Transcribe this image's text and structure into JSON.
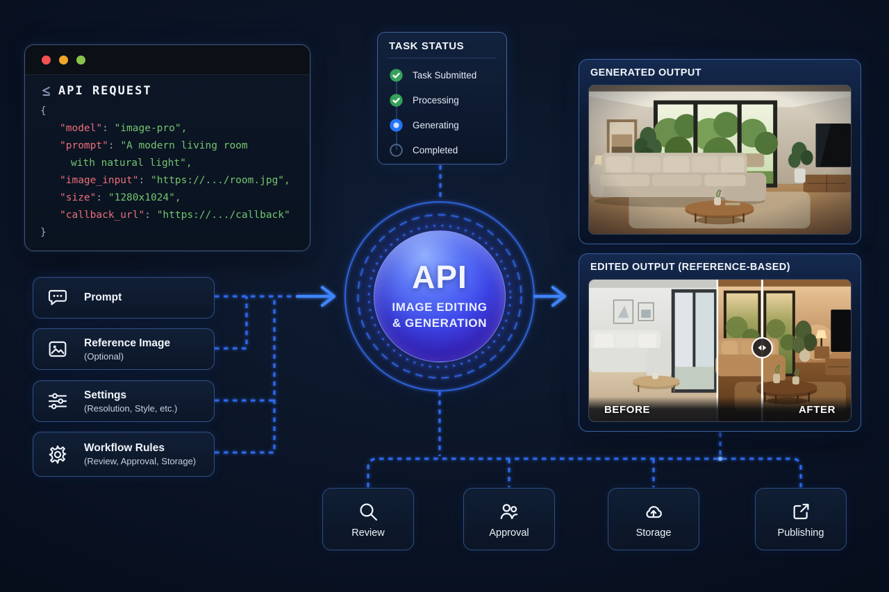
{
  "colors": {
    "accent_blue": "#3f87ff",
    "line_blue": "#2e6af2",
    "status_green": "#35a15a",
    "status_active_blue": "#2374f5",
    "code_key": "#ee6d7a",
    "code_value": "#74c56f"
  },
  "code_window": {
    "title": "API REQUEST",
    "open_brace": "{",
    "close_brace": "}",
    "lines": [
      {
        "key": "\"model\"",
        "sep": ": ",
        "value": "\"image-pro\","
      },
      {
        "key": "\"prompt\"",
        "sep": ": ",
        "value": "\"A modern living room"
      },
      {
        "key": "",
        "sep": "",
        "value": "with natural light\","
      },
      {
        "key": "\"image_input\"",
        "sep": ": ",
        "value": "\"https://.../room.jpg\","
      },
      {
        "key": "\"size\"",
        "sep": ": ",
        "value": "\"1280x1024\","
      },
      {
        "key": "\"callback_url\"",
        "sep": ": ",
        "value": "\"https://.../callback\""
      }
    ]
  },
  "task_status": {
    "title": "TASK STATUS",
    "steps": [
      {
        "label": "Task Submitted",
        "state": "done"
      },
      {
        "label": "Processing",
        "state": "done"
      },
      {
        "label": "Generating",
        "state": "active"
      },
      {
        "label": "Completed",
        "state": "pending"
      }
    ]
  },
  "api_core": {
    "title": "API",
    "subtitle_line1": "IMAGE EDITING",
    "subtitle_line2": "& GENERATION"
  },
  "inputs": {
    "items": [
      {
        "title": "Prompt",
        "subtitle": "",
        "icon": "chat-bubble-icon"
      },
      {
        "title": "Reference Image",
        "subtitle": "(Optional)",
        "icon": "image-icon"
      },
      {
        "title": "Settings",
        "subtitle": "(Resolution, Style, etc.)",
        "icon": "sliders-icon"
      },
      {
        "title": "Workflow Rules",
        "subtitle": "(Review, Approval, Storage)",
        "icon": "gear-icon"
      }
    ]
  },
  "outputs": {
    "generated": {
      "title": "GENERATED OUTPUT"
    },
    "edited": {
      "title": "EDITED OUTPUT (REFERENCE-BASED)",
      "before_label": "BEFORE",
      "after_label": "AFTER"
    }
  },
  "pipeline": {
    "nodes": [
      {
        "label": "Review",
        "icon": "magnifier-icon"
      },
      {
        "label": "Approval",
        "icon": "users-icon"
      },
      {
        "label": "Storage",
        "icon": "cloud-upload-icon"
      },
      {
        "label": "Publishing",
        "icon": "external-link-icon"
      }
    ]
  }
}
